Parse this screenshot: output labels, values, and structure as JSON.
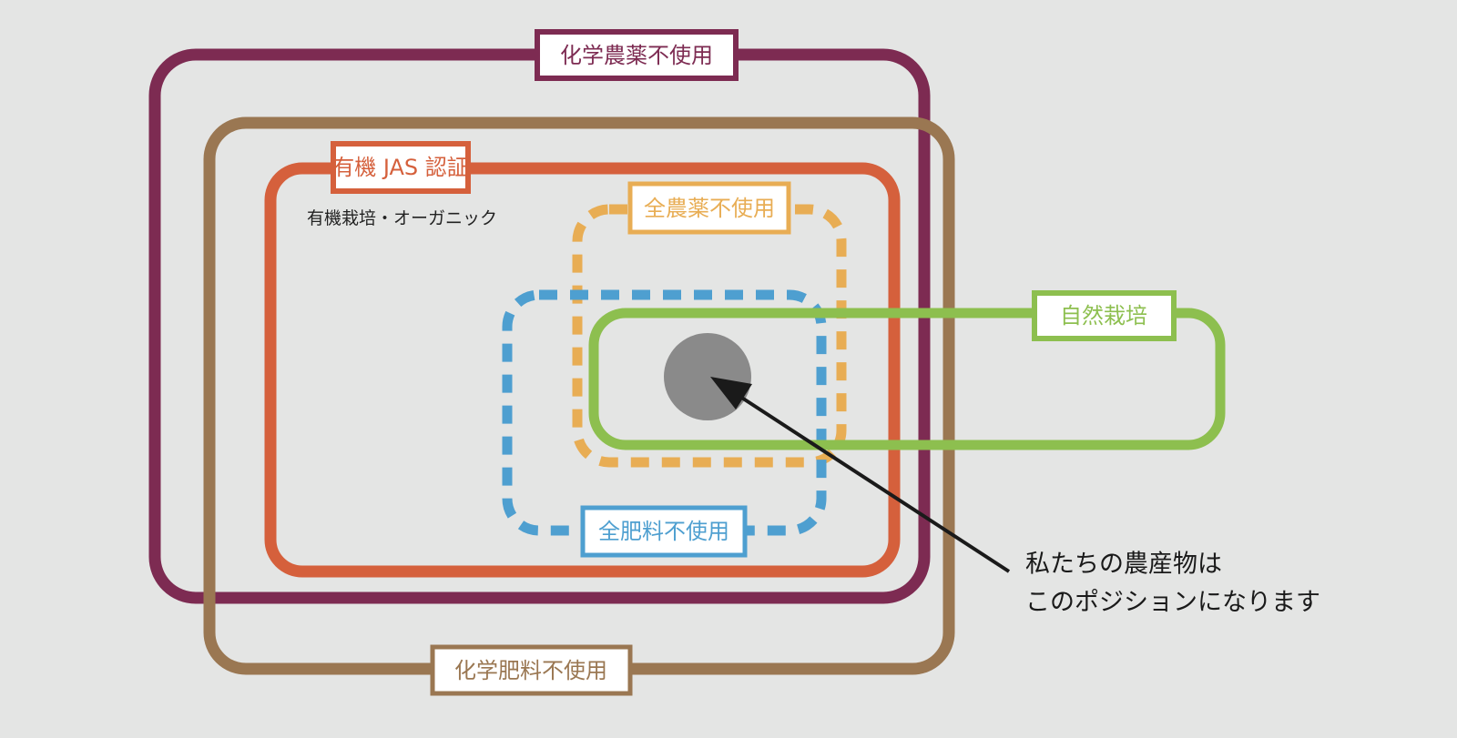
{
  "sets": [
    {
      "id": "chem-pesticide-free",
      "label": "化学農薬不使用",
      "color": "#7d2b52",
      "style": "solid"
    },
    {
      "id": "chem-fertilizer-free",
      "label": "化学肥料不使用",
      "color": "#9a7752",
      "style": "solid"
    },
    {
      "id": "organic-jas",
      "label": "有機 JAS 認証",
      "sublabel": "有機栽培・オーガニック",
      "color": "#d5603c",
      "style": "solid"
    },
    {
      "id": "all-pesticide-free",
      "label": "全農薬不使用",
      "color": "#e8ad54",
      "style": "dashed"
    },
    {
      "id": "all-fertilizer-free",
      "label": "全肥料不使用",
      "color": "#4e9fd0",
      "style": "dashed"
    },
    {
      "id": "natural-farming",
      "label": "自然栽培",
      "color": "#8dbf4f",
      "style": "solid"
    }
  ],
  "marker": {
    "color": "#8a8a8a"
  },
  "annotation": {
    "line1": "私たちの農産物は",
    "line2": "このポジションになります",
    "color": "#1a1a1a"
  }
}
